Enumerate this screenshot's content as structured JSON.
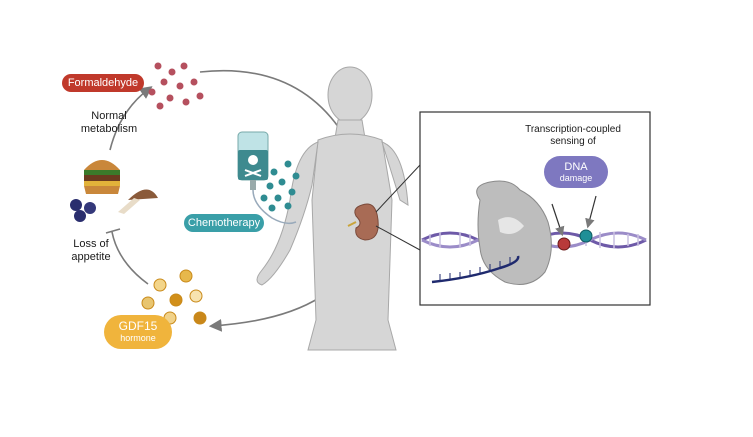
{
  "labels": {
    "formaldehyde": "Formaldehyde",
    "normal_metabolism": "Normal metabolism",
    "loss_of_appetite": "Loss of appetite",
    "chemotherapy": "Chemotherapy",
    "gdf15_line1": "GDF15",
    "gdf15_line2": "hormone",
    "tcs_line1": "Transcription-coupled",
    "tcs_line2": "sensing of",
    "dna_line1": "DNA",
    "dna_line2": "damage"
  },
  "colors": {
    "formaldehyde_pill": "#c0392b",
    "formaldehyde_dots": "#b5505e",
    "chemo_pill": "#3a9fa8",
    "chemo_dots": "#2f8c92",
    "gdf15_pill": "#f0b43c",
    "dna_pill": "#7e78c0",
    "body": "#d4d4d4",
    "dna_backbone": "#6e5aa8",
    "rna_strand": "#1f2a6e",
    "arrow": "#7a7a7a"
  },
  "icons": [
    "food-icon",
    "iv-bag-icon",
    "kidney-icon",
    "rna-polymerase-icon"
  ]
}
